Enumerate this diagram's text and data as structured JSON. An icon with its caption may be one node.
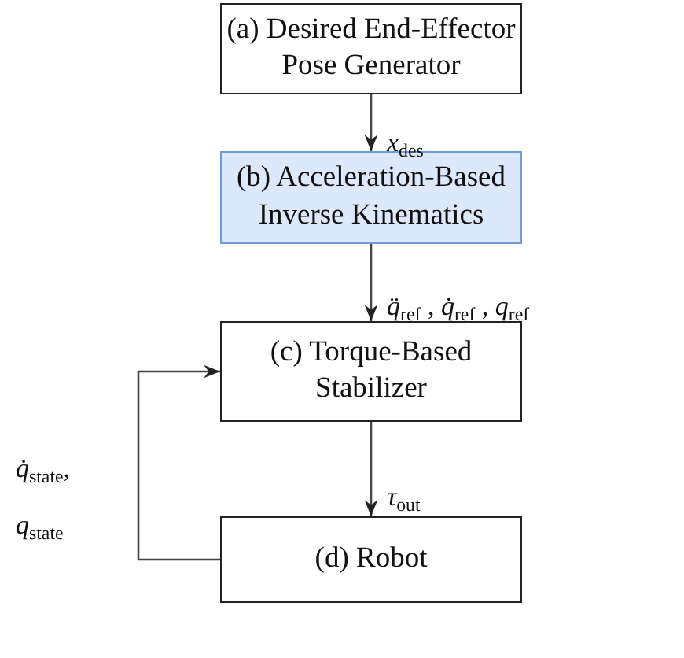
{
  "diagram": {
    "nodes": [
      {
        "text": [
          "(a) Desired End-Effector Pose Generator"
        ]
      },
      {
        "text": [
          "(b) Acceleration-Based Inverse Kinematics"
        ]
      },
      {
        "text": [
          "(c) Torque-Based Stabilizer"
        ]
      },
      {
        "text": [
          "(d) Robot"
        ]
      }
    ],
    "edges": [
      {
        "from": 0,
        "to": 1,
        "arrow": "to",
        "label": "*x*$_{des}$"
      },
      {
        "from": 1,
        "to": 2,
        "arrow": "to",
        "label": "*q̈*$_{ref}$ , *q̇*$_{ref}$ , *q*$_{ref}$"
      },
      {
        "from": 2,
        "to": 3,
        "arrow": "to",
        "label": "*τ*$_{out}$"
      },
      {
        "from": 3,
        "to": 2,
        "arrow": "to",
        "label": "*q̇*$_{state}$, *q*$_{state}$"
      }
    ]
  }
}
